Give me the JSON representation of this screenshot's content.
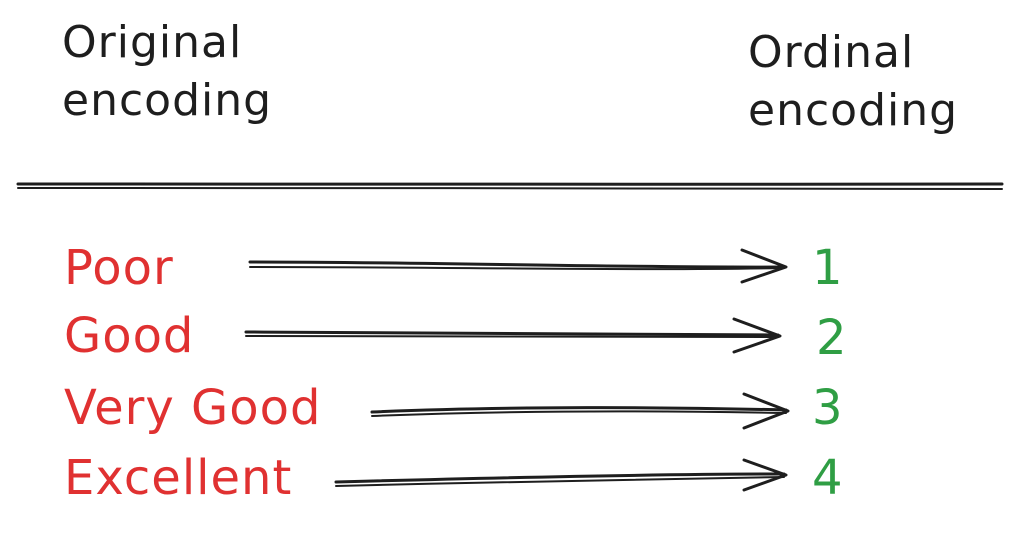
{
  "headers": {
    "original": [
      "Original",
      "encoding"
    ],
    "ordinal": [
      "Ordinal",
      "encoding"
    ]
  },
  "rows": [
    {
      "label": "Poor",
      "value": "1"
    },
    {
      "label": "Good",
      "value": "2"
    },
    {
      "label": "Very Good",
      "value": "3"
    },
    {
      "label": "Excellent",
      "value": "4"
    }
  ],
  "colors": {
    "text": "#1e1e1e",
    "source": "#e03131",
    "target": "#2f9e44",
    "arrow": "#1e1e1e"
  }
}
